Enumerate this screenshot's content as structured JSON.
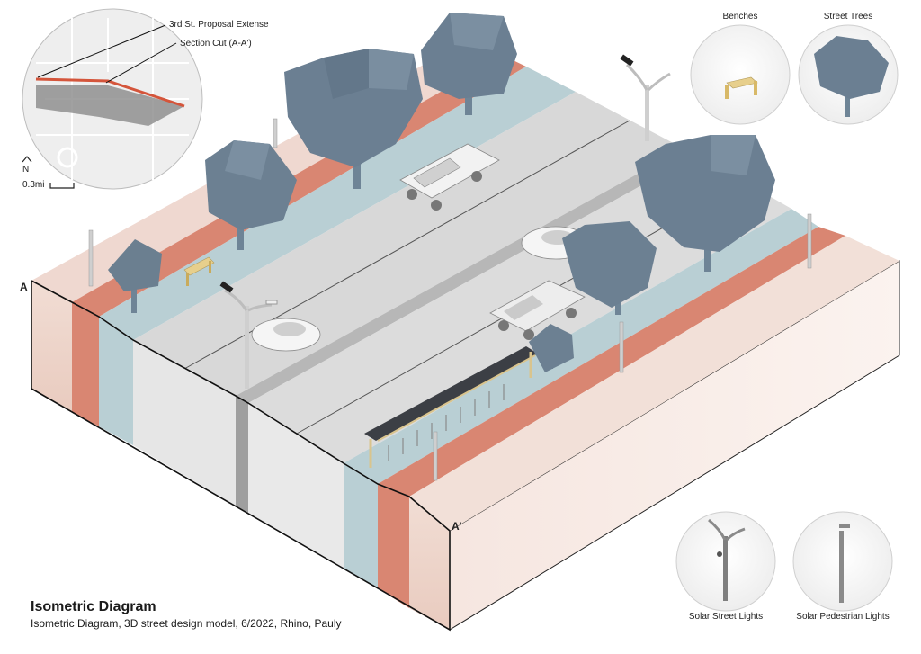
{
  "title": "Isometric Diagram",
  "subtitle": "Isometric Diagram, 3D street design model, 6/2022, Rhino, Pauly",
  "map": {
    "label_proposal": "3rd St. Proposal Extense",
    "label_section": "Section Cut (A-A')",
    "north": "N",
    "scale": "0.3mi"
  },
  "section": {
    "start": "A",
    "end": "A'"
  },
  "legend": {
    "benches": "Benches",
    "trees": "Street Trees",
    "street_lights": "Solar Street Lights",
    "ped_lights": "Solar Pedestrian Lights"
  },
  "colors": {
    "pink": "#efd8d0",
    "red_lane": "#d98672",
    "blue_lane": "#b9cfd4",
    "road": "#dedede",
    "tree": "#6c7f91"
  }
}
